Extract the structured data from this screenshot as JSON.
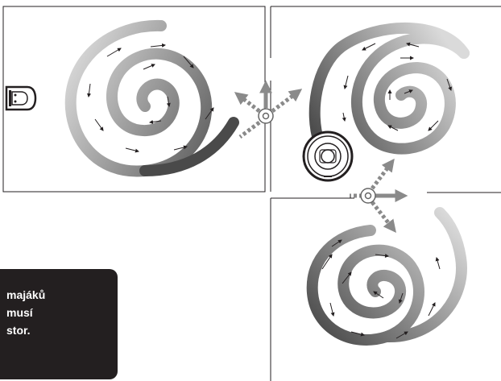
{
  "callout": {
    "lines": [
      "majáků",
      "musí",
      "stor."
    ],
    "background": "#231f20",
    "text_color": "#ffffff"
  },
  "diagram": {
    "rooms": 3,
    "spiral_gradient": [
      "#d8d8d8",
      "#4d4d4d"
    ],
    "beam_arrow_color": "#8a8a8a",
    "icons": [
      "beacon-side-icon",
      "robot-vacuum-icon",
      "beacon-top-icon"
    ]
  }
}
